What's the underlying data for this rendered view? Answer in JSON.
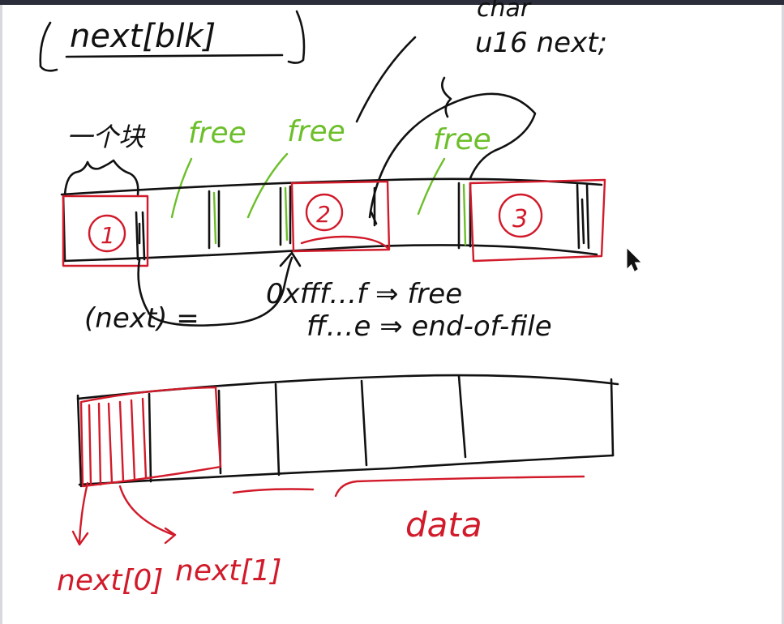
{
  "labels": {
    "title_box": "next[blk]",
    "code_line_partial": "char",
    "code_line": "u16 next;",
    "block_label": "一个块",
    "free_1": "free",
    "free_2": "free",
    "free_3": "free",
    "block_1": "1",
    "block_2": "2",
    "block_3": "3",
    "next_eq": "(next) =",
    "free_value": "0xfff…f ⇒ free",
    "eof_value": "ff…e ⇒ end-of-file",
    "data_label": "data",
    "next0_label": "next[0]",
    "next1_label": "next[1]"
  },
  "colors": {
    "ink": "#111111",
    "red": "#d11a2a",
    "green": "#6cbf2a"
  }
}
